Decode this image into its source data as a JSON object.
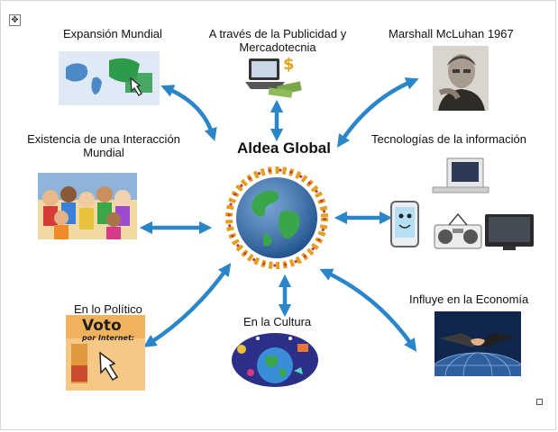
{
  "diagram": {
    "center_title": "Aldea Global",
    "labels": {
      "expansion": "Expansión Mundial",
      "publicidad_line1": "A través de la Publicidad y",
      "publicidad_line2": "Mercadotecnia",
      "mcluhan": "Marshall McLuhan 1967",
      "interaccion_line1": "Existencia de una Interacción",
      "interaccion_line2": "Mundial",
      "tecnologias": "Tecnologías de la información",
      "politico": "En lo Político",
      "cultura": "En la Cultura",
      "economia": "Influye en la  Economía"
    },
    "poster": {
      "line1": "Voto",
      "line2": "por Internet:"
    },
    "arrow_color": "#2a86c9",
    "icons": {
      "handle": "move-handle-icon",
      "resize": "resize-handle-icon"
    }
  }
}
